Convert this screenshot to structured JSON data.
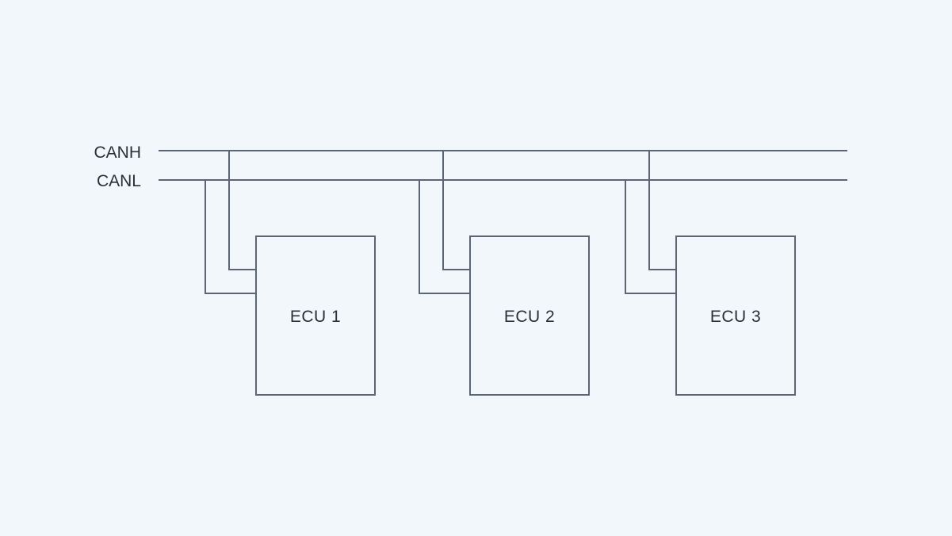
{
  "bus": {
    "canh_label": "CANH",
    "canl_label": "CANL"
  },
  "ecus": [
    {
      "label": "ECU 1"
    },
    {
      "label": "ECU 2"
    },
    {
      "label": "ECU 3"
    }
  ],
  "colors": {
    "background": "#f2f7fc",
    "line": "#5b6573",
    "text": "#2a3036"
  }
}
